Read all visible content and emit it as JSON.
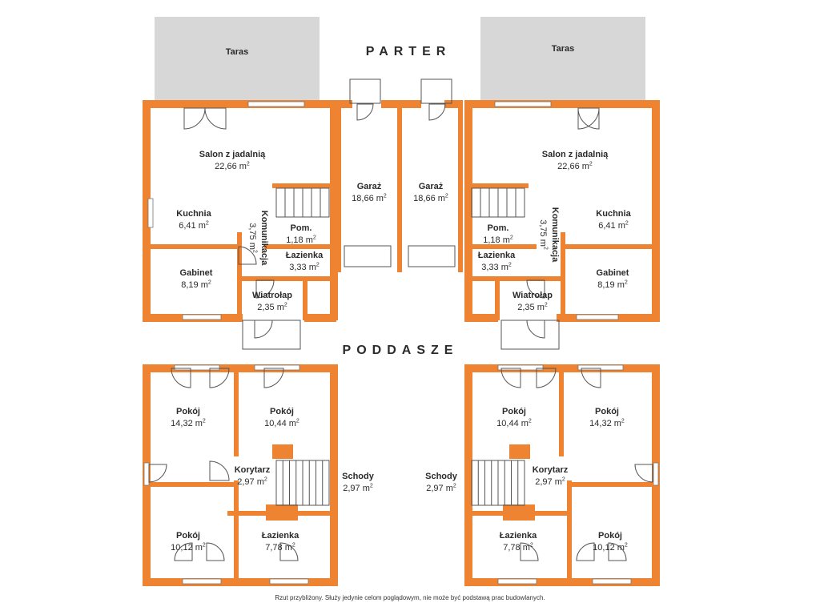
{
  "headings": {
    "ground_floor": "PARTER",
    "attic": "PODDASZE"
  },
  "unit": "m",
  "unit_power": "2",
  "terraces": [
    {
      "name": "Taras"
    },
    {
      "name": "Taras"
    }
  ],
  "ground_floor": {
    "left": [
      {
        "name": "Salon z jadalnią",
        "area": "22,66"
      },
      {
        "name": "Kuchnia",
        "area": "6,41"
      },
      {
        "name": "Komunikacja",
        "area": "3,75"
      },
      {
        "name": "Pom.",
        "area": "1,18"
      },
      {
        "name": "Łazienka",
        "area": "3,33"
      },
      {
        "name": "Gabinet",
        "area": "8,19"
      },
      {
        "name": "Wiatrołap",
        "area": "2,35"
      },
      {
        "name": "Garaż",
        "area": "18,66"
      }
    ],
    "right": [
      {
        "name": "Garaż",
        "area": "18,66"
      },
      {
        "name": "Salon z jadalnią",
        "area": "22,66"
      },
      {
        "name": "Kuchnia",
        "area": "6,41"
      },
      {
        "name": "Komunikacja",
        "area": "3,75"
      },
      {
        "name": "Pom.",
        "area": "1,18"
      },
      {
        "name": "Łazienka",
        "area": "3,33"
      },
      {
        "name": "Gabinet",
        "area": "8,19"
      },
      {
        "name": "Wiatrołap",
        "area": "2,35"
      }
    ]
  },
  "attic": {
    "left": [
      {
        "name": "Pokój",
        "area": "14,32"
      },
      {
        "name": "Pokój",
        "area": "10,44"
      },
      {
        "name": "Korytarz",
        "area": "2,97"
      },
      {
        "name": "Schody",
        "area": "2,97"
      },
      {
        "name": "Pokój",
        "area": "10,12"
      },
      {
        "name": "Łazienka",
        "area": "7,78"
      }
    ],
    "right": [
      {
        "name": "Pokój",
        "area": "10,44"
      },
      {
        "name": "Pokój",
        "area": "14,32"
      },
      {
        "name": "Schody",
        "area": "2,97"
      },
      {
        "name": "Korytarz",
        "area": "2,97"
      },
      {
        "name": "Łazienka",
        "area": "7,78"
      },
      {
        "name": "Pokój",
        "area": "10,12"
      }
    ]
  },
  "footer_note": "Rzut przybliżony. Służy jedynie celom poglądowym, nie może być podstawą prac budowlanych.",
  "colors": {
    "wall": "#ee8431",
    "terrace": "#d7d7d7",
    "line": "#555555",
    "background": "#ffffff"
  }
}
